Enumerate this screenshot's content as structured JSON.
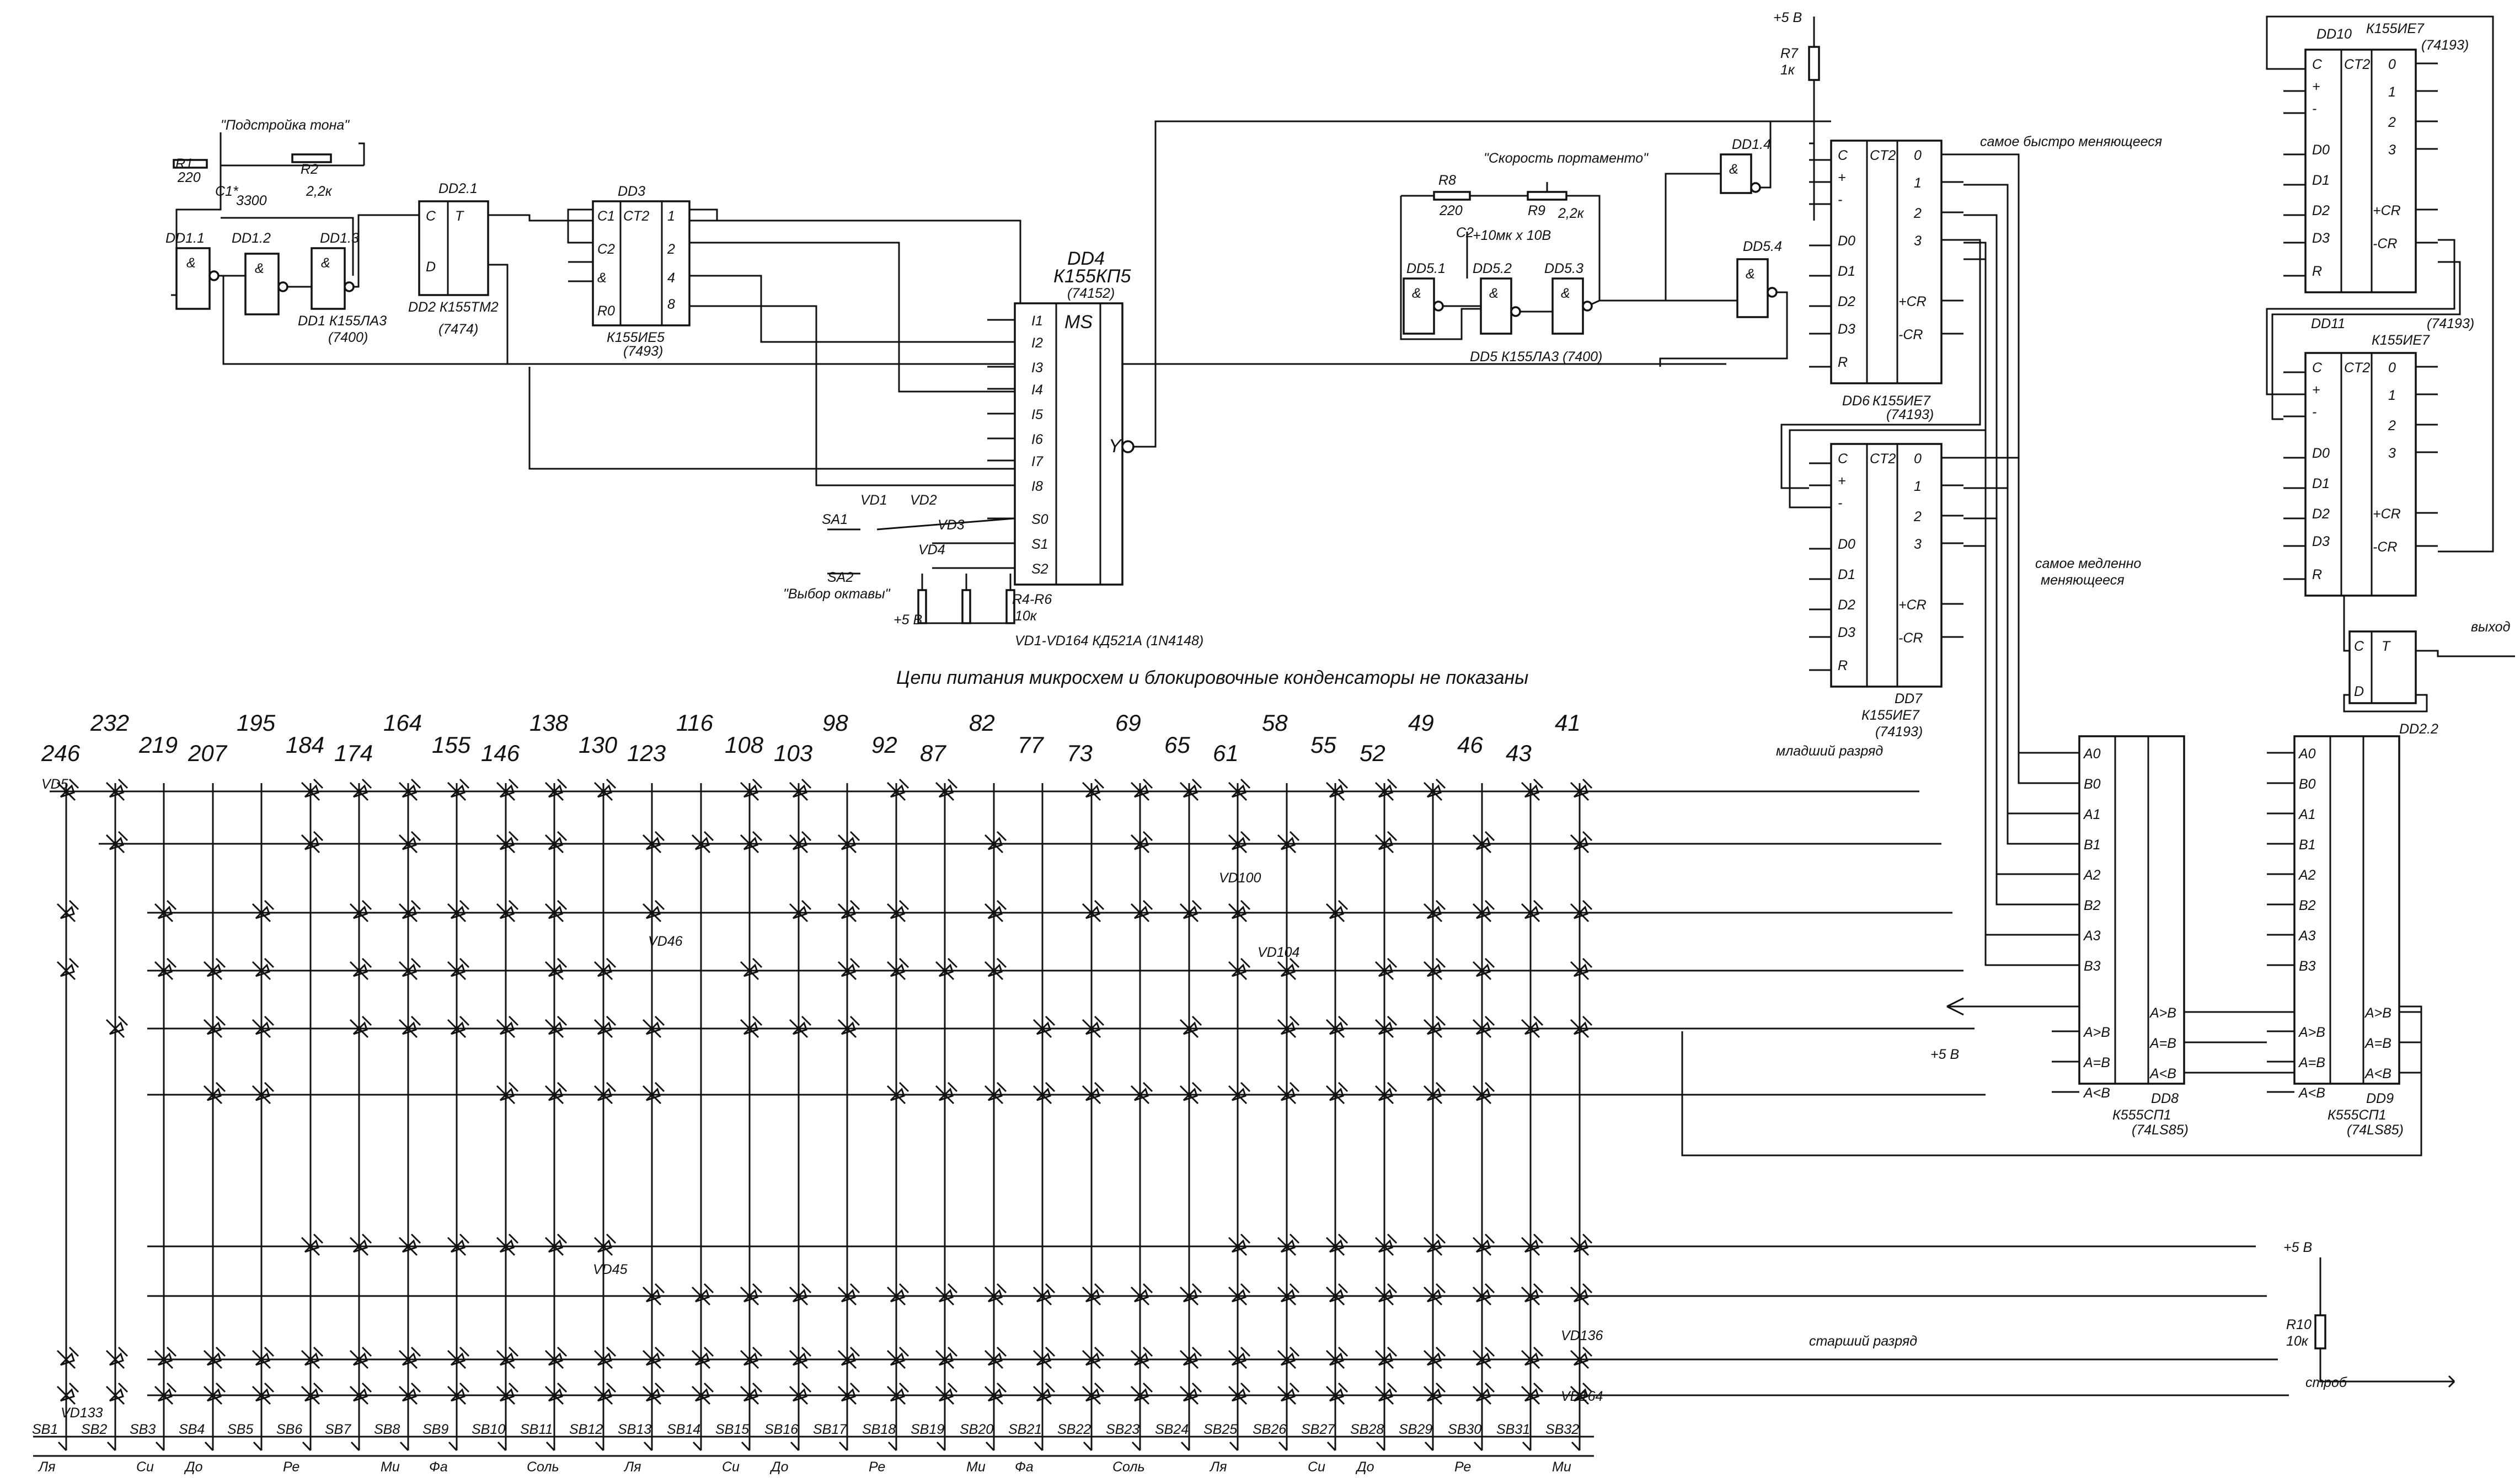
{
  "chips": {
    "dd1": {
      "ref": "DD1 К155ЛА3",
      "alt": "(7400)",
      "g1": "DD1.1",
      "g2": "DD1.2",
      "g3": "DD1.3"
    },
    "dd2": {
      "ref": "DD2.1",
      "caption": "DD2 К155ТМ2",
      "alt": "(7474)"
    },
    "dd3": {
      "ref": "DD3",
      "type": "К155ИЕ5",
      "alt": "(7493)",
      "ct": "CT2"
    },
    "dd4": {
      "ref": "DD4",
      "type": "К155КП5",
      "alt": "(74152)",
      "ms": "MS",
      "y": "Y"
    },
    "dd5": {
      "caption": "DD5 К155ЛА3  (7400)",
      "g1": "DD5.1",
      "g2": "DD5.2",
      "g3": "DD5.3",
      "g4": "DD5.4"
    },
    "dd14": {
      "ref": "DD1.4"
    },
    "dd6": {
      "ref": "DD6",
      "type": "К155ИЕ7",
      "alt": "(74193)"
    },
    "dd7": {
      "ref": "DD7",
      "type": "К155ИЕ7",
      "alt": "(74193)",
      "note": "младший разряд"
    },
    "dd10": {
      "ref": "DD10",
      "type": "К155ИЕ7",
      "alt": "(74193)"
    },
    "dd11": {
      "ref": "DD11",
      "type": "К155ИЕ7",
      "alt": "(74193)"
    },
    "dd8": {
      "ref": "DD8",
      "type": "К555СП1",
      "alt": "(74LS85)"
    },
    "dd9": {
      "ref": "DD9",
      "type": "К555СП1",
      "alt": "(74LS85)"
    },
    "dd22": {
      "ref": "DD2.2"
    }
  },
  "components": {
    "r1": {
      "ref": "R1",
      "val": "220"
    },
    "c1": {
      "ref": "C1*",
      "val": "3300"
    },
    "r2": {
      "ref": "R2",
      "val": "2,2к",
      "label": "\"Подстройка тона\""
    },
    "r8": {
      "ref": "R8",
      "val": "220"
    },
    "c2": {
      "ref": "C2",
      "val": "+10мк х 10В"
    },
    "r9": {
      "ref": "R9",
      "val": "2,2к",
      "label": "\"Скорость портаменто\""
    },
    "r7": {
      "ref": "R7",
      "val": "1к"
    },
    "r10": {
      "ref": "R10",
      "val": "10к"
    },
    "r46": {
      "ref": "R4-R6",
      "val": "10к"
    },
    "sa1": "SA1",
    "sa2": "SA2",
    "sa2_label": "\"Выбор октавы\"",
    "vd1": "VD1",
    "vd2": "VD2",
    "vd3": "VD3",
    "vd4": "VD4",
    "vd_note": "VD1-VD164 КД521А (1N4148)"
  },
  "power": {
    "v5": "+5 В"
  },
  "notes": {
    "main": "Цепи питания микросхем и блокировочные конденсаторы не показаны",
    "fast": "самое быстро меняющееся",
    "slow1": "самое медленно",
    "slow2": "меняющееся",
    "senior": "старший разряд",
    "strobe": "строб",
    "out": "выход"
  },
  "diode_labels": {
    "vd5": "VD5",
    "vd45": "VD45",
    "vd46": "VD46",
    "vd100": "VD100",
    "vd104": "VD104",
    "vd133": "VD133",
    "vd136": "VD136",
    "vd164": "VD164"
  },
  "pin_names": {
    "ie7": [
      "C",
      "+",
      "-",
      "D0",
      "D1",
      "D2",
      "D3",
      "R"
    ],
    "ie7_out": [
      "0",
      "1",
      "2",
      "3",
      "+CR",
      "-CR"
    ],
    "sp1_in": [
      "A0",
      "B0",
      "A1",
      "B1",
      "A2",
      "B2",
      "A3",
      "B3",
      "A>B",
      "A=B",
      "A<B"
    ],
    "sp1_out": [
      "A>B",
      "A=B",
      "A<B"
    ],
    "kp5_in": [
      "I1",
      "I2",
      "I3",
      "I4",
      "I5",
      "I6",
      "I7",
      "I8",
      "S0",
      "S1",
      "S2"
    ]
  },
  "columns": [
    {
      "key": "SB1",
      "note": "Ля",
      "num": "246"
    },
    {
      "key": "SB2",
      "note": "",
      "num": "232"
    },
    {
      "key": "SB3",
      "note": "Си",
      "num": "219"
    },
    {
      "key": "SB4",
      "note": "До",
      "num": "207"
    },
    {
      "key": "SB5",
      "note": "",
      "num": "195"
    },
    {
      "key": "SB6",
      "note": "Ре",
      "num": "184"
    },
    {
      "key": "SB7",
      "note": "",
      "num": "174"
    },
    {
      "key": "SB8",
      "note": "Ми",
      "num": "164"
    },
    {
      "key": "SB9",
      "note": "Фа",
      "num": "155"
    },
    {
      "key": "SB10",
      "note": "",
      "num": "146"
    },
    {
      "key": "SB11",
      "note": "Соль",
      "num": "138"
    },
    {
      "key": "SB12",
      "note": "",
      "num": "130"
    },
    {
      "key": "SB13",
      "note": "Ля",
      "num": "123"
    },
    {
      "key": "SB14",
      "note": "",
      "num": "116"
    },
    {
      "key": "SB15",
      "note": "Си",
      "num": "108"
    },
    {
      "key": "SB16",
      "note": "До",
      "num": "103"
    },
    {
      "key": "SB17",
      "note": "",
      "num": "98"
    },
    {
      "key": "SB18",
      "note": "Ре",
      "num": "92"
    },
    {
      "key": "SB19",
      "note": "",
      "num": "87"
    },
    {
      "key": "SB20",
      "note": "Ми",
      "num": "82"
    },
    {
      "key": "SB21",
      "note": "Фа",
      "num": "77"
    },
    {
      "key": "SB22",
      "note": "",
      "num": "73"
    },
    {
      "key": "SB23",
      "note": "Соль",
      "num": "69"
    },
    {
      "key": "SB24",
      "note": "",
      "num": "65"
    },
    {
      "key": "SB25",
      "note": "Ля",
      "num": "61"
    },
    {
      "key": "SB26",
      "note": "",
      "num": "58"
    },
    {
      "key": "SB27",
      "note": "Си",
      "num": "55"
    },
    {
      "key": "SB28",
      "note": "До",
      "num": "52"
    },
    {
      "key": "SB29",
      "note": "",
      "num": "49"
    },
    {
      "key": "SB30",
      "note": "Ре",
      "num": "46"
    },
    {
      "key": "SB31",
      "note": "",
      "num": "43"
    },
    {
      "key": "SB32",
      "note": "Ми",
      "num": "41"
    }
  ]
}
